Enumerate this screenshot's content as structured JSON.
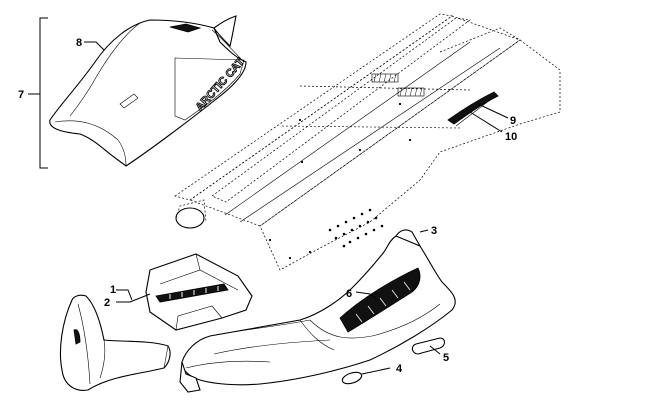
{
  "diagram": {
    "callouts": [
      {
        "id": "c1",
        "text": "1"
      },
      {
        "id": "c2",
        "text": "2"
      },
      {
        "id": "c3",
        "text": "3"
      },
      {
        "id": "c4",
        "text": "4"
      },
      {
        "id": "c5",
        "text": "5"
      },
      {
        "id": "c6",
        "text": "6"
      },
      {
        "id": "c7",
        "text": "7"
      },
      {
        "id": "c8",
        "text": "8"
      },
      {
        "id": "c9",
        "text": "9"
      },
      {
        "id": "c10",
        "text": "10"
      }
    ],
    "seat_logo": "ARCTIC CAT",
    "colors": {
      "line": "#000000",
      "background": "#ffffff"
    }
  }
}
